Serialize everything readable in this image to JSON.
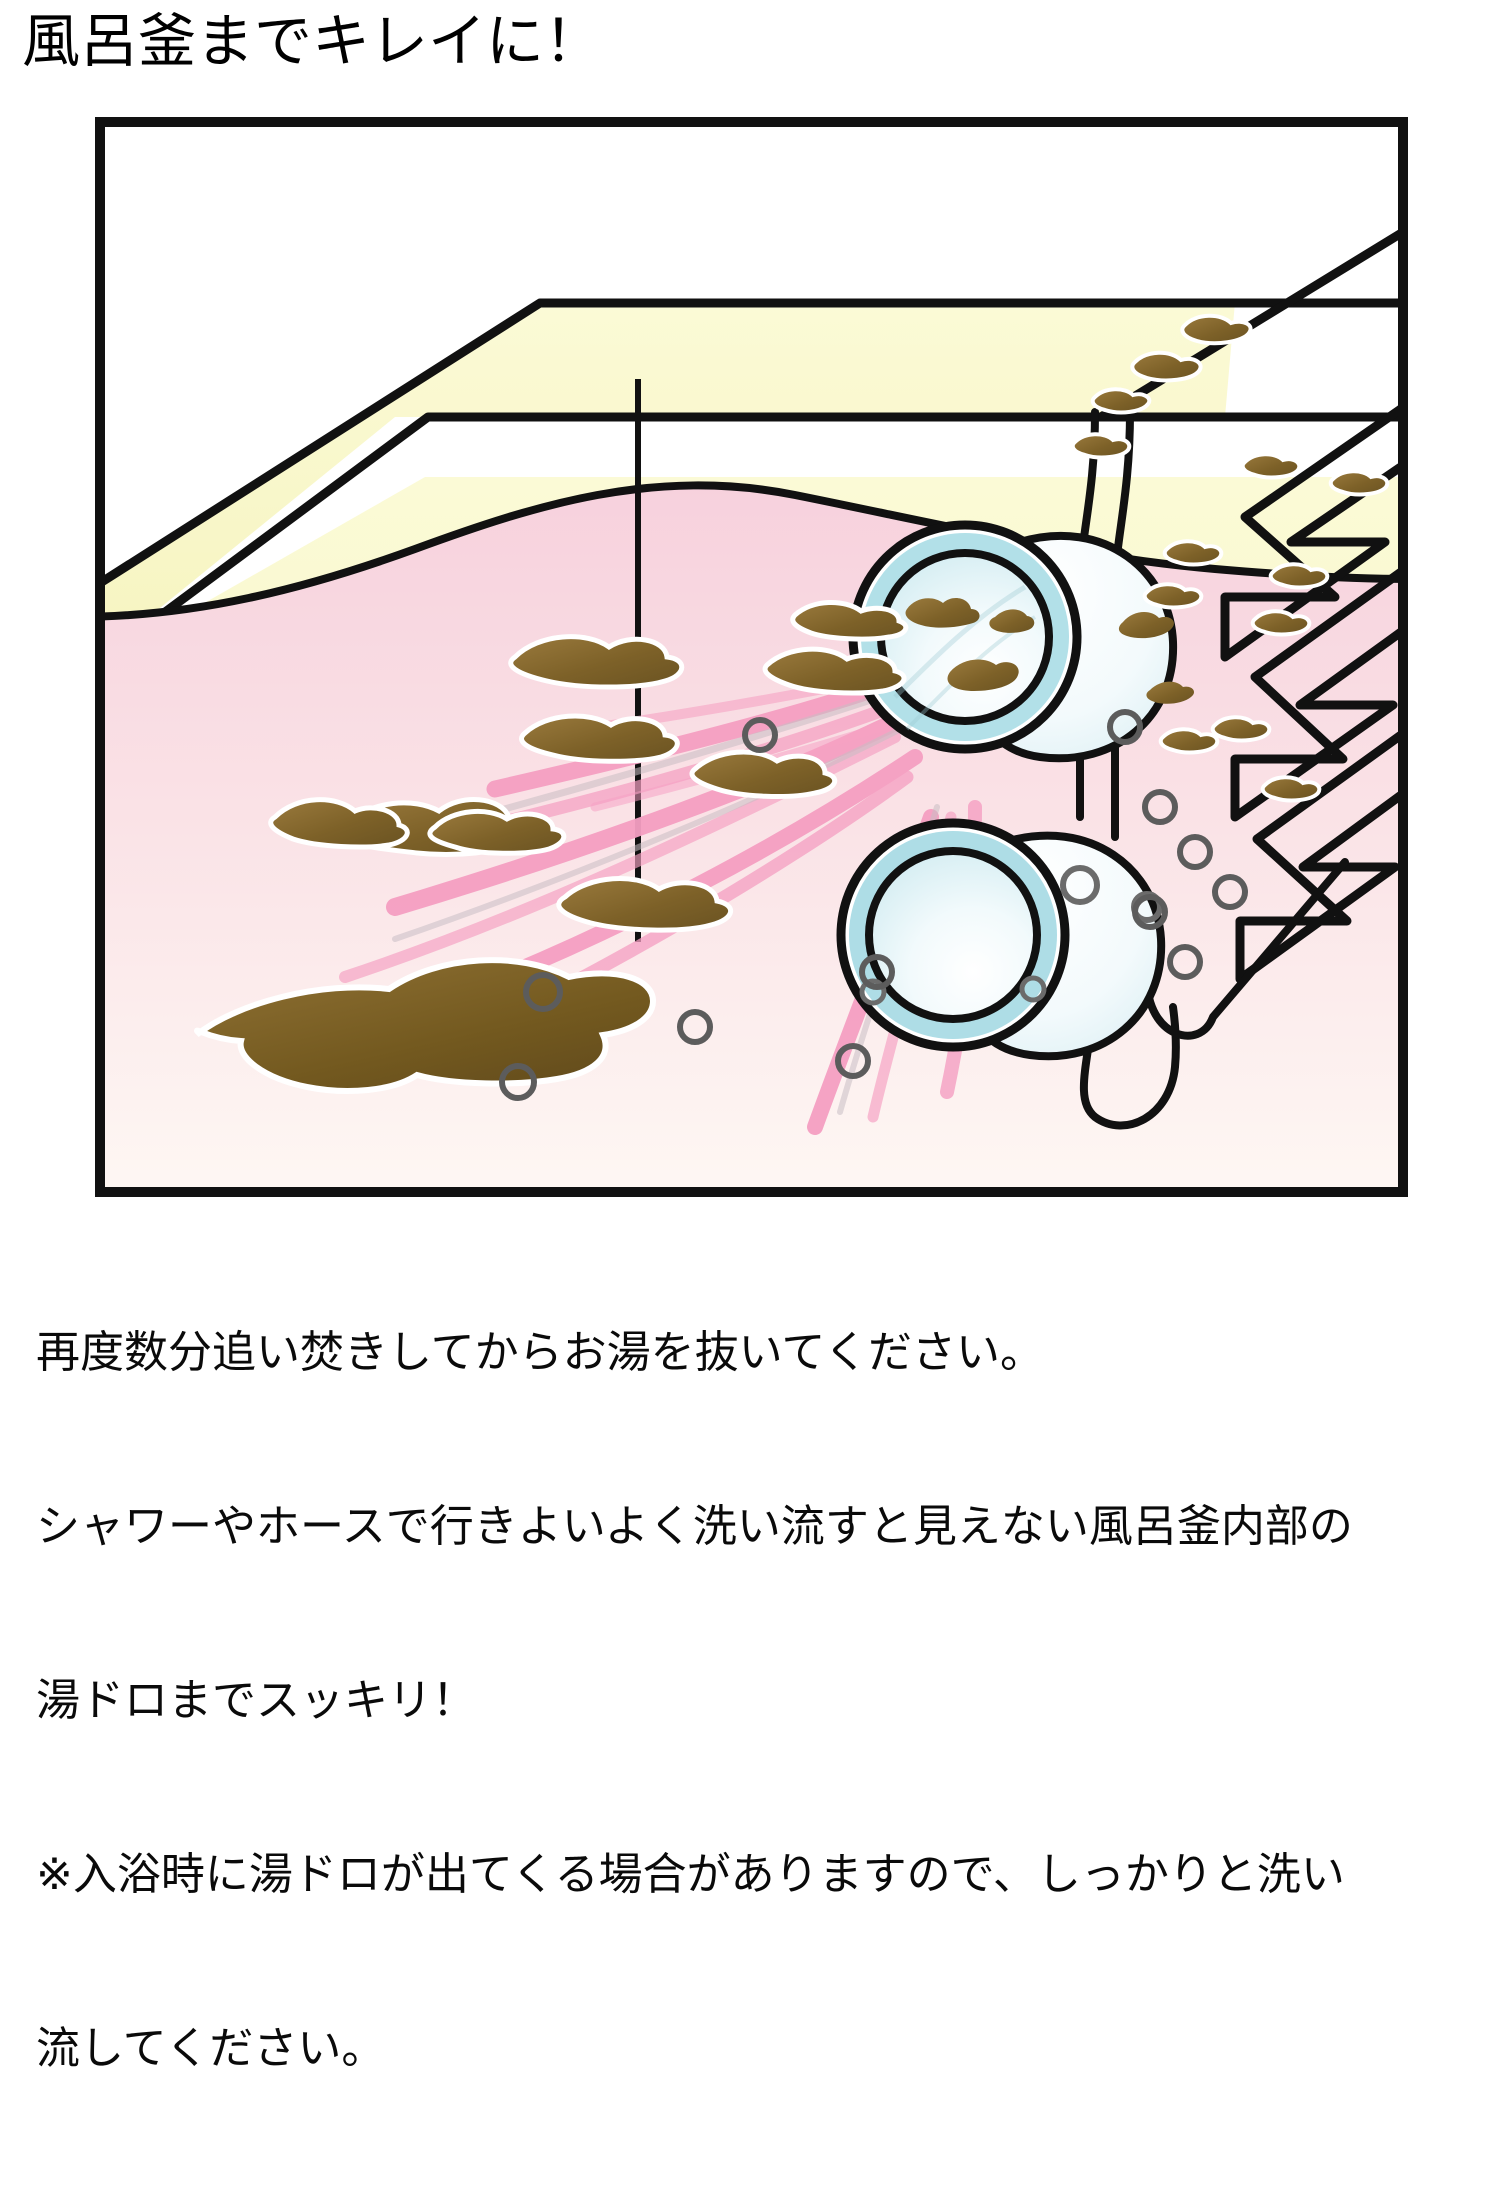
{
  "heading": "風呂釜までキレイに！",
  "caption": {
    "lines": [
      "再度数分追い焚きしてからお湯を抜いてください。",
      "シャワーやホースで行きよいよく洗い流すと見えない風呂釜内部の",
      "湯ドロまでスッキリ！",
      "※入浴時に湯ドロが出てくる場合がありますので、しっかりと洗い",
      "流してください。"
    ]
  },
  "illustration": {
    "alt": "バスタブ内部の断面イラスト：ピンク色のお湯、茶色の湯ドロ汚れ、追い焚き口のジェットノズル2つ、泡",
    "colors": {
      "frame_border": "#111111",
      "tub_rim": "#F9F8CE",
      "tub_rim_edge": "#F5F3C0",
      "water_top": "#F7D3DE",
      "water_bottom": "#FDF6F3",
      "dirt_dark": "#6B5426",
      "dirt_mid": "#8A6D33",
      "dirt_light": "#9C7B3E",
      "nozzle_ring": "#A8DCE4",
      "nozzle_face": "#EAF7FA",
      "nozzle_face_2": "#FFFFFF",
      "spray_pink": "#F59FC2",
      "bubble_outline": "#555555",
      "background": "#FFFFFF"
    },
    "parts": [
      {
        "name": "tub-rim",
        "label": "浴槽のふち"
      },
      {
        "name": "water-body",
        "label": "ピンク色のお湯"
      },
      {
        "name": "jet-nozzle-upper",
        "label": "追い焚き口（上）汚れあり"
      },
      {
        "name": "jet-nozzle-lower",
        "label": "追い焚き口（下）"
      },
      {
        "name": "spray-streaks",
        "label": "噴出する湯ドロの流れ"
      },
      {
        "name": "dirt-blobs",
        "label": "湯ドロ（茶色の汚れ）"
      },
      {
        "name": "bubbles",
        "label": "気泡"
      },
      {
        "name": "wall-slots",
        "label": "壁面のスリット"
      },
      {
        "name": "pipe-loop",
        "label": "配管"
      }
    ]
  }
}
